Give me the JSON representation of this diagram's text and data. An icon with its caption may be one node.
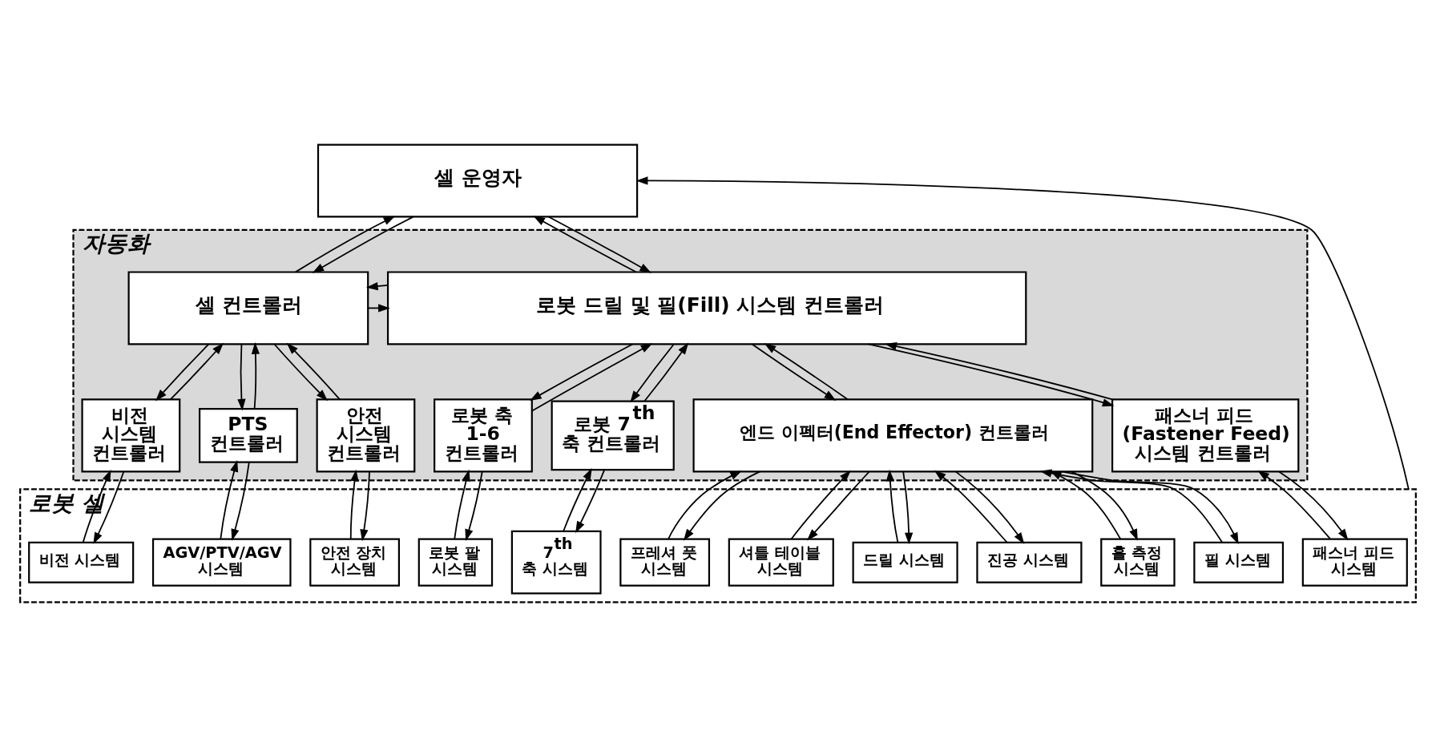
{
  "diagram": {
    "nodes": [
      {
        "text": [
          "셀 운영자"
        ]
      },
      {
        "text": [
          "자동화"
        ]
      },
      {
        "text": [
          "셀 컨트롤러"
        ],
        "in": 1
      },
      {
        "text": [
          "로봇 드릴 및 필(Fill) 시스템 컨트롤러"
        ],
        "in": 1
      },
      {
        "text": [
          "PTS 컨트롤러"
        ],
        "in": 1
      },
      {
        "text": [
          "안전 시스템 컨트롤러"
        ],
        "in": 1
      },
      {
        "text": [
          "비전 시스템 컨트롤러"
        ],
        "in": 1
      },
      {
        "text": [
          "로봇 축 1-6 컨트롤러"
        ],
        "in": 1
      },
      {
        "text": [
          "로봇 7$^{th}$ 축 컨트롤러"
        ],
        "in": 1
      },
      {
        "text": [
          "엔드 이펙터(End Effector) 컨트롤러"
        ],
        "in": 1
      },
      {
        "text": [
          "패스너 피드 (Fastener Feed) 시스템 컨트롤러"
        ],
        "in": 1
      },
      {
        "text": [
          "로봇 셀"
        ]
      },
      {
        "text": [
          "AGV/PTV/AGV 시스템"
        ],
        "in": 11
      },
      {
        "text": [
          "안전 장치 시스템"
        ],
        "in": 11
      },
      {
        "text": [
          "비전 시스템"
        ],
        "in": 11
      },
      {
        "text": [
          "로봇 팔 시스템"
        ],
        "in": 11
      },
      {
        "text": [
          "7$^{th}$ 축 시스템"
        ],
        "in": 11
      },
      {
        "text": [
          "프레셔 풋 시스템"
        ],
        "in": 11
      },
      {
        "text": [
          "셔틀 테이블 시스템"
        ],
        "in": 11
      },
      {
        "text": [
          "드릴 시스템"
        ],
        "in": 11
      },
      {
        "text": [
          "진공 시스템"
        ],
        "in": 11
      },
      {
        "text": [
          "홀 측정 시스템"
        ],
        "in": 11
      },
      {
        "text": [
          "필 시스템"
        ],
        "in": 11
      },
      {
        "text": [
          "패스너 피드 시스템"
        ],
        "in": 11
      }
    ],
    "edges": [
      {
        "from": 0,
        "to": 2,
        "arrow": "to"
      },
      {
        "from": 2,
        "to": 0,
        "arrow": "to"
      },
      {
        "from": 0,
        "to": 3,
        "arrow": "to"
      },
      {
        "from": 3,
        "to": 0,
        "arrow": "to"
      },
      {
        "from": 2,
        "to": 3,
        "arrow": "to"
      },
      {
        "from": 3,
        "to": 2,
        "arrow": "to"
      },
      {
        "from": 2,
        "to": 4,
        "arrow": "to"
      },
      {
        "from": 4,
        "to": 2,
        "arrow": "to"
      },
      {
        "from": 2,
        "to": 5,
        "arrow": "to"
      },
      {
        "from": 5,
        "to": 2,
        "arrow": "to"
      },
      {
        "from": 2,
        "to": 6,
        "arrow": "to"
      },
      {
        "from": 6,
        "to": 2,
        "arrow": "to"
      },
      {
        "from": 3,
        "to": 7,
        "arrow": "to"
      },
      {
        "from": 7,
        "to": 3,
        "arrow": "to"
      },
      {
        "from": 3,
        "to": 8,
        "arrow": "to"
      },
      {
        "from": 8,
        "to": 3,
        "arrow": "to"
      },
      {
        "from": 3,
        "to": 9,
        "arrow": "to"
      },
      {
        "from": 9,
        "to": 3,
        "arrow": "to"
      },
      {
        "from": 3,
        "to": 10,
        "arrow": "to"
      },
      {
        "from": 10,
        "to": 3,
        "arrow": "to"
      },
      {
        "from": 4,
        "to": 12,
        "arrow": "to"
      },
      {
        "from": 12,
        "to": 4,
        "arrow": "to"
      },
      {
        "from": 5,
        "to": 13,
        "arrow": "to"
      },
      {
        "from": 13,
        "to": 5,
        "arrow": "to"
      },
      {
        "from": 6,
        "to": 14,
        "arrow": "to"
      },
      {
        "from": 14,
        "to": 6,
        "arrow": "to"
      },
      {
        "from": 7,
        "to": 15,
        "arrow": "to"
      },
      {
        "from": 15,
        "to": 7,
        "arrow": "to"
      },
      {
        "from": 8,
        "to": 16,
        "arrow": "to"
      },
      {
        "from": 16,
        "to": 8,
        "arrow": "to"
      },
      {
        "from": 9,
        "to": 17,
        "arrow": "to"
      },
      {
        "from": 17,
        "to": 9,
        "arrow": "to"
      },
      {
        "from": 9,
        "to": 18,
        "arrow": "to"
      },
      {
        "from": 18,
        "to": 9,
        "arrow": "to"
      },
      {
        "from": 9,
        "to": 19,
        "arrow": "to"
      },
      {
        "from": 19,
        "to": 9,
        "arrow": "to"
      },
      {
        "from": 9,
        "to": 20,
        "arrow": "to"
      },
      {
        "from": 20,
        "to": 9,
        "arrow": "to"
      },
      {
        "from": 9,
        "to": 21,
        "arrow": "to"
      },
      {
        "from": 21,
        "to": 9,
        "arrow": "to"
      },
      {
        "from": 9,
        "to": 22,
        "arrow": "to"
      },
      {
        "from": 22,
        "to": 9,
        "arrow": "to"
      },
      {
        "from": 10,
        "to": 23,
        "arrow": "to"
      },
      {
        "from": 23,
        "to": 10,
        "arrow": "to"
      },
      {
        "from": 11,
        "to": 0,
        "arrow": "to"
      }
    ]
  }
}
